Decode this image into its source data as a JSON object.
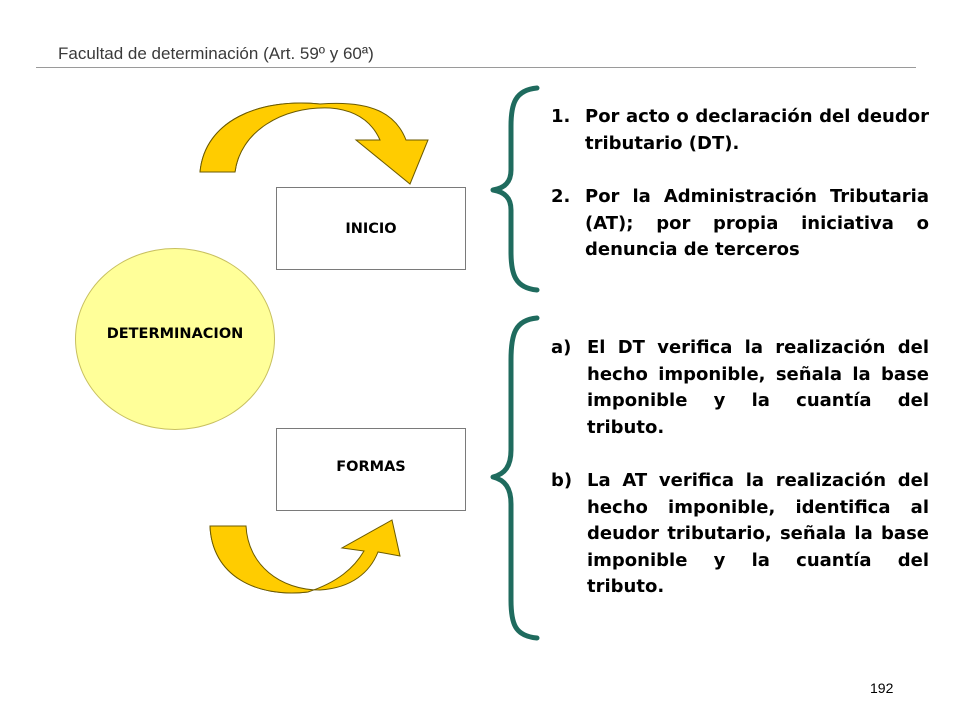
{
  "header": {
    "title": "Facultad de determinación (Art. 59º y 60ª)"
  },
  "diagram": {
    "center_label": "DETERMINACION",
    "boxes": {
      "top": "INICIO",
      "bottom": "FORMAS"
    }
  },
  "inicio_items": [
    {
      "marker": "1.",
      "text": "Por acto o declaración del deudor tributario (DT)."
    },
    {
      "marker": "2.",
      "text": "Por la Administración Tributaria (AT); por propia iniciativa o denuncia de terceros"
    }
  ],
  "formas_items": [
    {
      "marker": "a)",
      "text": "El DT verifica la realización del hecho imponible, señala la base imponible y la cuantía del tributo."
    },
    {
      "marker": "b)",
      "text": "La AT verifica la realización del hecho imponible, identifica al deudor tributario, señala la base imponible y la cuantía del tributo."
    }
  ],
  "footer": {
    "page_number": "192"
  },
  "colors": {
    "arrow_fill": "#ffcc00",
    "arrow_side": "#c9a400",
    "ellipse_fill": "#ffff99",
    "brace": "#1f6b5e"
  }
}
